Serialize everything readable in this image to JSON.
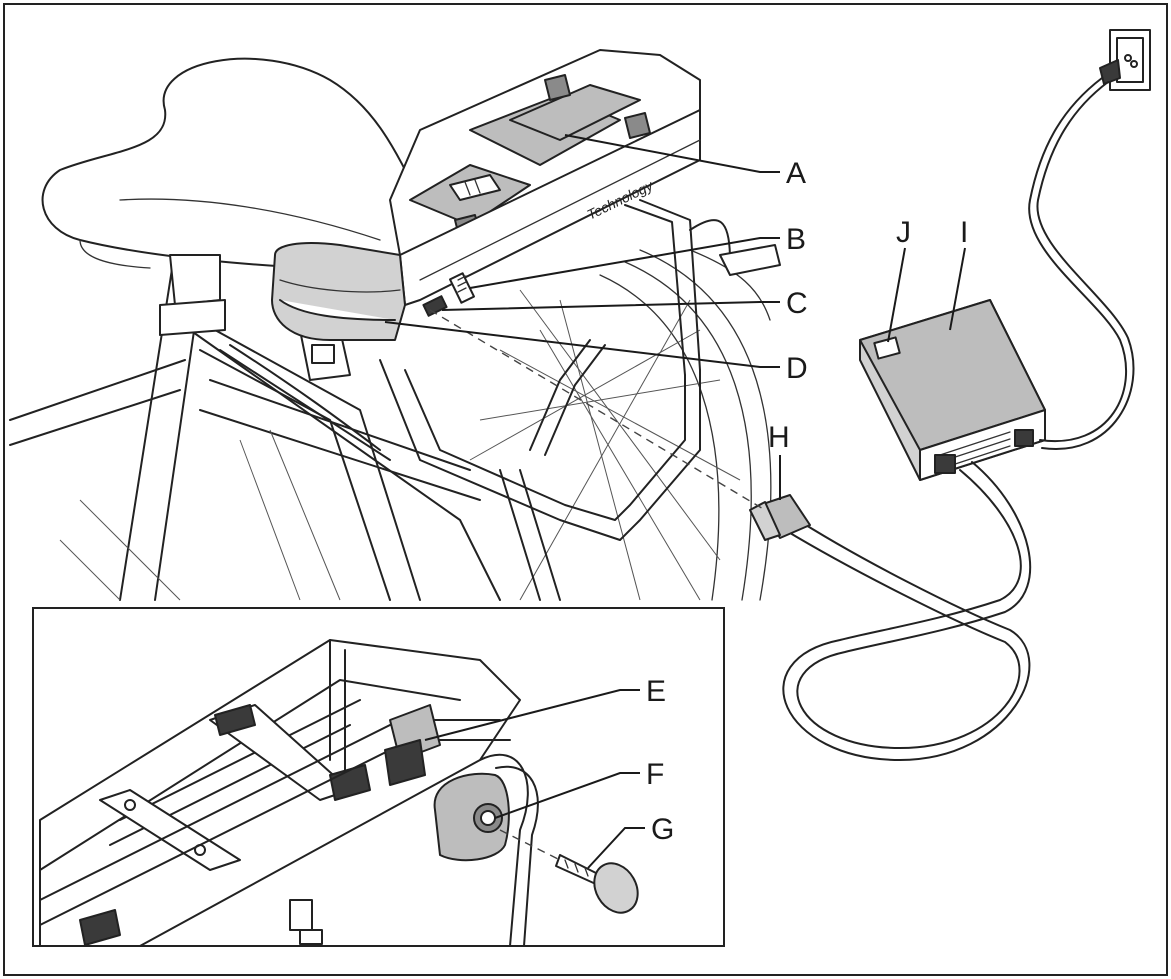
{
  "diagram": {
    "labels": [
      {
        "id": "A",
        "text": "A"
      },
      {
        "id": "B",
        "text": "B"
      },
      {
        "id": "C",
        "text": "C"
      },
      {
        "id": "D",
        "text": "D"
      },
      {
        "id": "E",
        "text": "E"
      },
      {
        "id": "F",
        "text": "F"
      },
      {
        "id": "G",
        "text": "G"
      },
      {
        "id": "H",
        "text": "H"
      },
      {
        "id": "I",
        "text": "I"
      },
      {
        "id": "J",
        "text": "J"
      }
    ],
    "battery_print": "Technology",
    "colors": {
      "line": "#1a1a1a",
      "battery": "#bdbdbd",
      "background": "#ffffff"
    }
  }
}
